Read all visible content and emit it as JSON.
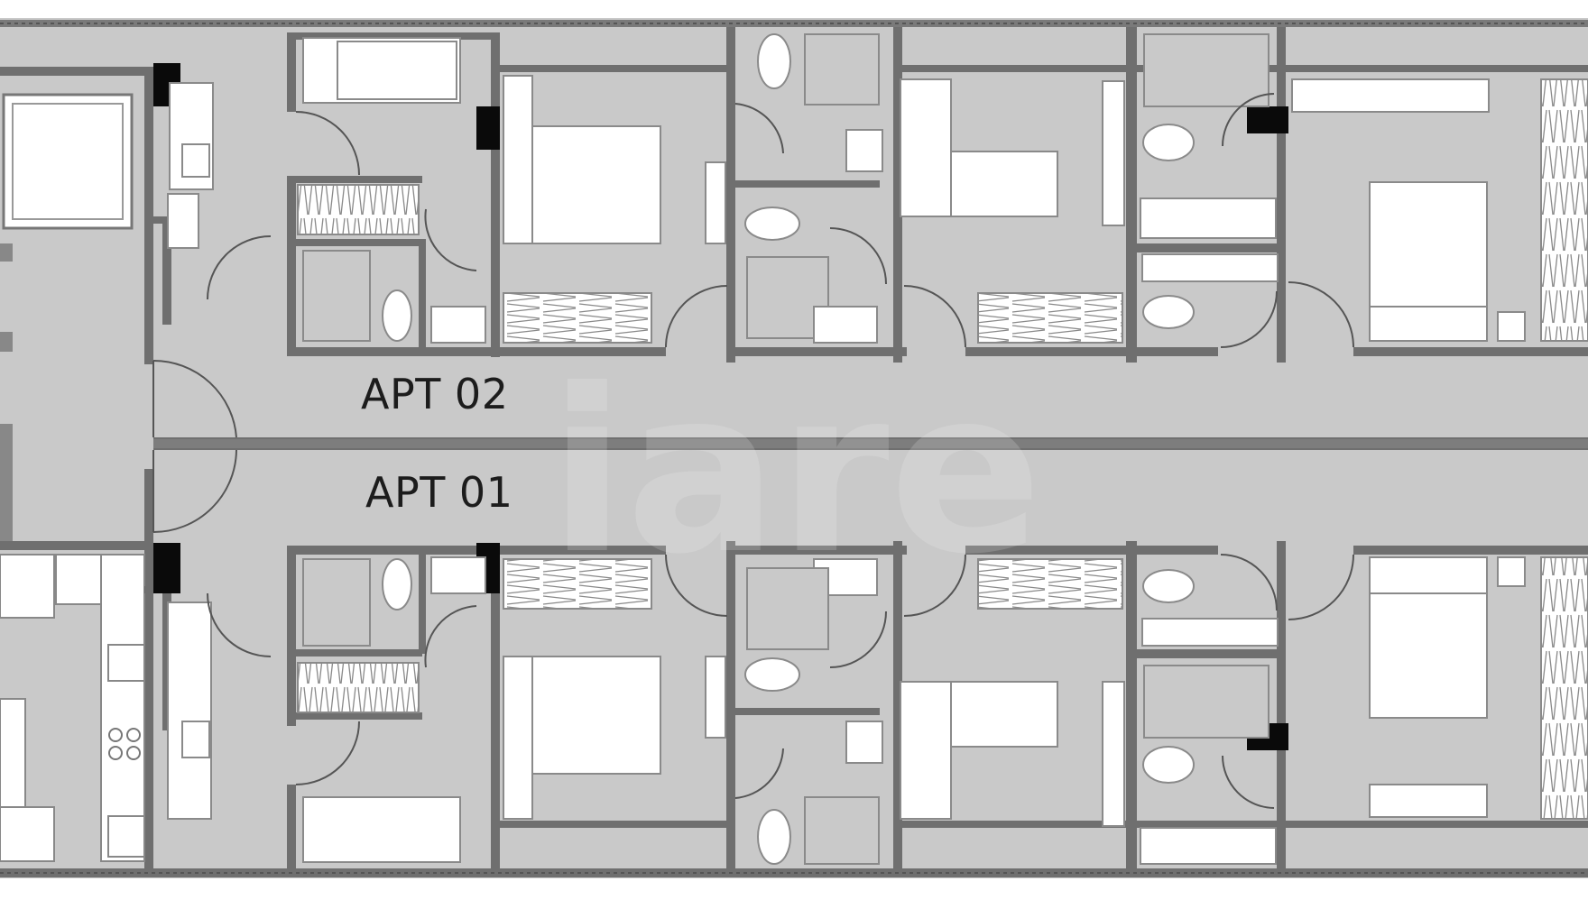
{
  "plan": {
    "labels": {
      "upper": "APT 02",
      "lower": "APT 01"
    },
    "watermark": "iare",
    "colors": {
      "floor": "#c9c9c9",
      "wall": "#6f6f6f",
      "fixture": "#ffffff",
      "column": "#0a0a0a",
      "background": "#ffffff"
    }
  }
}
